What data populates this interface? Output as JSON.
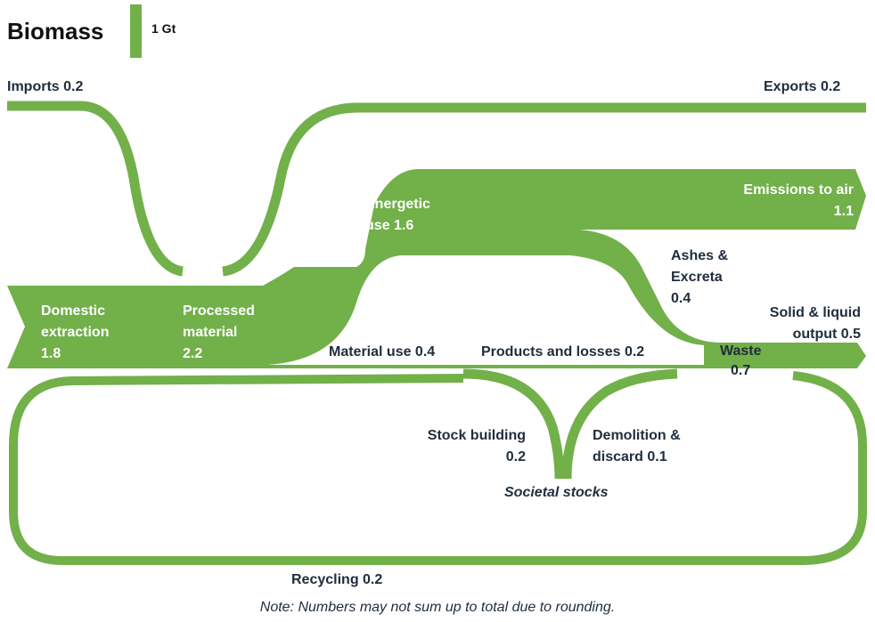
{
  "title": "Biomass",
  "legend": {
    "scale_label": "1 Gt",
    "color": "#72b04a"
  },
  "colors": {
    "flow": "#72b04a",
    "dark_text": "#1f2d3d",
    "light_text": "#ffffff"
  },
  "flows": {
    "imports": "Imports 0.2",
    "exports": "Exports 0.2",
    "domestic_extraction": [
      "Domestic",
      "extraction",
      "1.8"
    ],
    "processed_material": [
      "Processed",
      "material",
      "2.2"
    ],
    "energetic_use": [
      "Energetic",
      "use 1.6"
    ],
    "emissions_to_air": [
      "Emissions to air",
      "1.1"
    ],
    "ashes_excreta": [
      "Ashes &",
      "Excreta",
      "0.4"
    ],
    "solid_liquid_output": [
      "Solid & liquid",
      "output 0.5"
    ],
    "waste": [
      "Waste",
      "0.7"
    ],
    "material_use": "Material use 0.4",
    "products_losses": "Products and losses 0.2",
    "stock_building": [
      "Stock building",
      "0.2"
    ],
    "demolition_discard": [
      "Demolition &",
      "discard  0.1"
    ],
    "societal_stocks": "Societal stocks",
    "recycling": "Recycling 0.2"
  },
  "note": "Note: Numbers may not sum up to total due to rounding."
}
